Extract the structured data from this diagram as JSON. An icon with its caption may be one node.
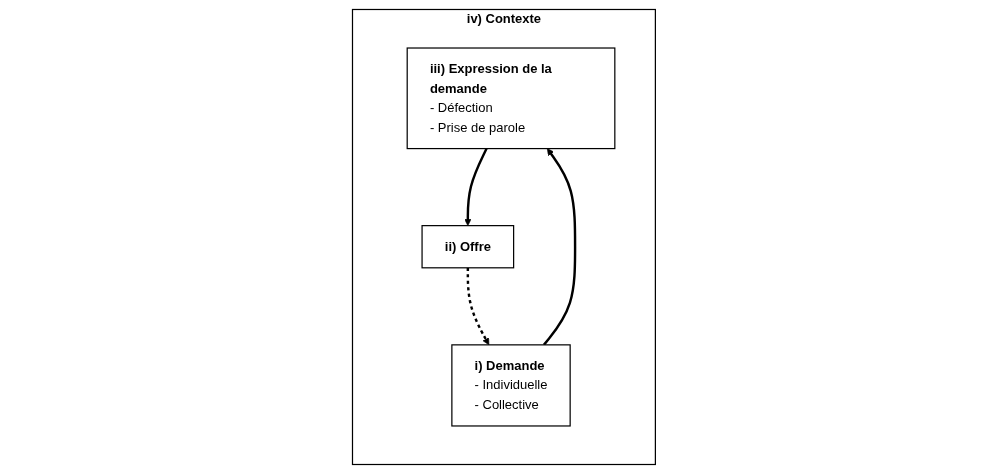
{
  "diagram": {
    "nodes": [
      {
        "text": [
          "iv) Contexte"
        ]
      },
      {
        "text": [
          "iii) Expression de la demande",
          "- Défection",
          "- Prise de parole"
        ],
        "in": 0
      },
      {
        "text": [
          "i) Demande",
          "- Individuelle",
          "- Collective"
        ],
        "in": 0
      },
      {
        "text": [
          "ii) Offre"
        ],
        "in": 0
      }
    ],
    "edges": [
      {
        "from": 2,
        "to": 1,
        "arrow": "to"
      },
      {
        "from": 1,
        "to": 3,
        "arrow": "to"
      },
      {
        "from": 3,
        "to": 2,
        "arrow": "to",
        "style": "dashed"
      }
    ]
  }
}
